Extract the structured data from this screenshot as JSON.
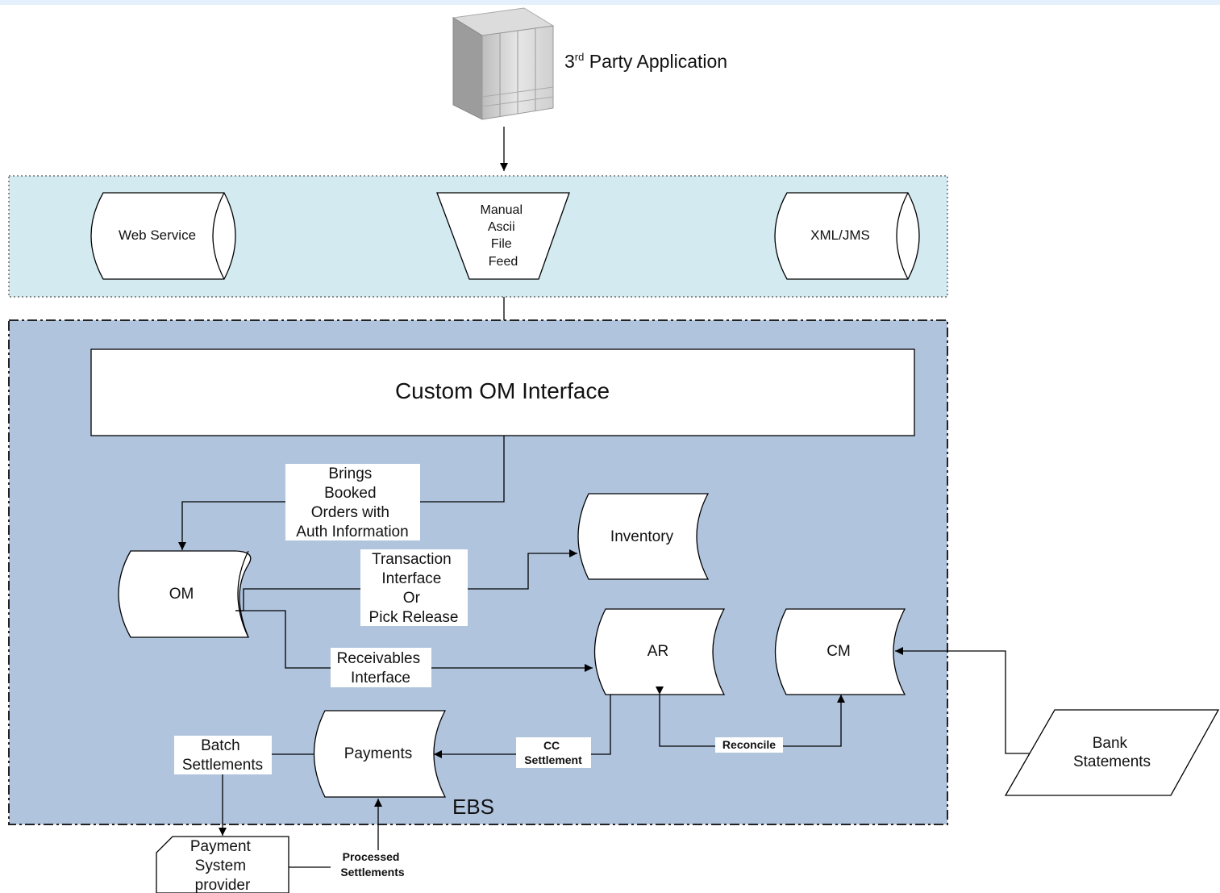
{
  "third_party": {
    "label_main": "3",
    "label_sup": "rd",
    "label_rest": " Party Application"
  },
  "input_layer": {
    "web_service": "Web Service",
    "manual_feed": [
      "Manual",
      "Ascii",
      "File",
      "Feed"
    ],
    "xml_jms": "XML/JMS"
  },
  "ebs": {
    "label": "EBS",
    "custom_om_interface": "Custom OM Interface",
    "om": "OM",
    "inventory": "Inventory",
    "ar": "AR",
    "cm": "CM",
    "payments": "Payments"
  },
  "edge_labels": {
    "brings_booked": [
      "Brings",
      "Booked",
      "Orders with",
      "Auth Information"
    ],
    "transaction_interface": [
      "Transaction",
      "Interface",
      "Or",
      "Pick Release"
    ],
    "receivables_interface": [
      "Receivables",
      "Interface"
    ],
    "cc_settlement": [
      "CC",
      "Settlement"
    ],
    "reconcile": "Reconcile",
    "batch_settlements": [
      "Batch",
      "Settlements"
    ],
    "processed_settlements": [
      "Processed",
      "Settlements"
    ]
  },
  "external": {
    "bank_statements": [
      "Bank",
      "Statements"
    ],
    "payment_provider": [
      "Payment",
      "System",
      "provider"
    ]
  },
  "colors": {
    "top_strip": "#e4f0fb",
    "input_layer_fill": "#d3eaf0",
    "ebs_fill": "#b0c4de"
  }
}
